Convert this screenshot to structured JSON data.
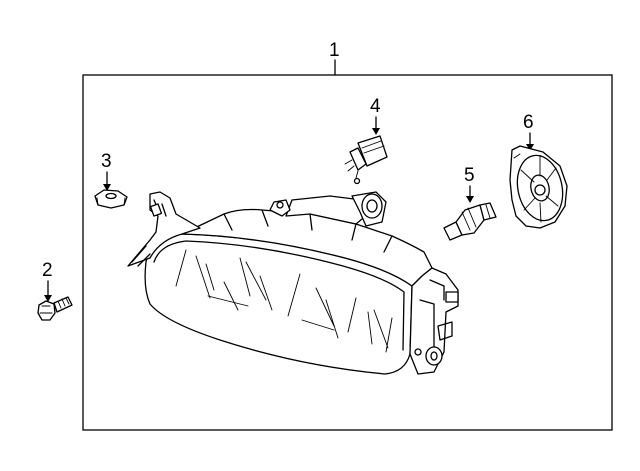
{
  "diagram": {
    "callouts": [
      {
        "id": "1",
        "label": "1"
      },
      {
        "id": "2",
        "label": "2"
      },
      {
        "id": "3",
        "label": "3"
      },
      {
        "id": "4",
        "label": "4"
      },
      {
        "id": "5",
        "label": "5"
      },
      {
        "id": "6",
        "label": "6"
      }
    ],
    "parts": [
      {
        "callout": "1",
        "icon": "headlamp-assembly-icon"
      },
      {
        "callout": "2",
        "icon": "bolt-icon"
      },
      {
        "callout": "3",
        "icon": "nut-icon"
      },
      {
        "callout": "4",
        "icon": "socket-icon"
      },
      {
        "callout": "5",
        "icon": "bulb-icon"
      },
      {
        "callout": "6",
        "icon": "bulb-cover-icon"
      }
    ],
    "colors": {
      "line": "#000000",
      "background": "#ffffff"
    }
  }
}
